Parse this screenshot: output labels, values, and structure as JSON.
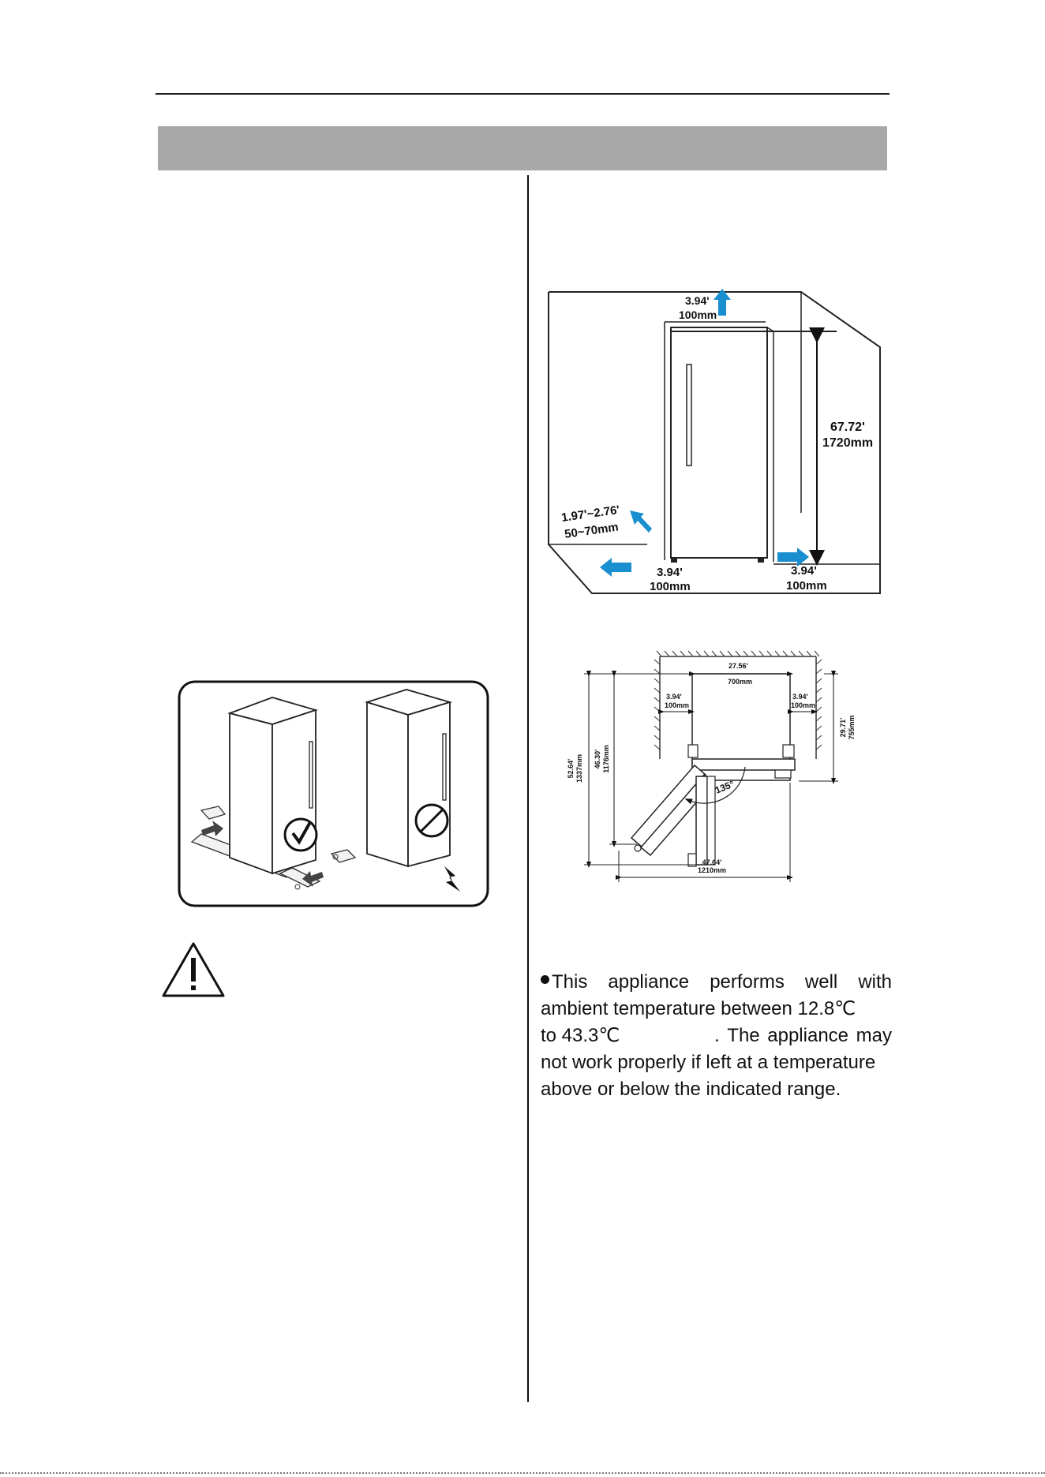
{
  "clearance_diagram": {
    "top": {
      "inch": "3.94'",
      "mm": "100mm"
    },
    "height": {
      "inch": "67.72'",
      "mm": "1720mm"
    },
    "back": {
      "inch": "1.97'~2.76'",
      "mm": "50~70mm"
    },
    "left": {
      "inch": "3.94'",
      "mm": "100mm"
    },
    "right": {
      "inch": "3.94'",
      "mm": "100mm"
    },
    "arrow_color": "#1a8fd0"
  },
  "door_diagram": {
    "width": {
      "inch": "27.56'",
      "mm": "700mm"
    },
    "left_gap": {
      "inch": "3.94'",
      "mm": "100mm"
    },
    "right_gap": {
      "inch": "3.94'",
      "mm": "100mm"
    },
    "depth": {
      "inch": "29.71'",
      "mm": "755mm"
    },
    "total_depth": {
      "inch": "52.64'",
      "mm": "1337mm"
    },
    "depth_open": {
      "inch": "46.30'",
      "mm": "1176mm"
    },
    "angle": "135°",
    "open_width": {
      "inch": "47.64'",
      "mm": "1210mm"
    }
  },
  "moving_illustration": {
    "correct_icon": "check-circle-icon",
    "wrong_icon": "prohibited-icon"
  },
  "warning": {
    "icon": "warning-triangle-icon"
  },
  "paragraph": {
    "line1": [
      "This",
      "appliance",
      "performs",
      "well",
      "with"
    ],
    "line2": "ambient temperature between 12.8℃",
    "line3a": "to 43.3℃",
    "line3b": [
      "The",
      "appliance",
      "may"
    ],
    "line4": "not work properly if left at a temperature",
    "line5": "above or below the indicated range."
  }
}
